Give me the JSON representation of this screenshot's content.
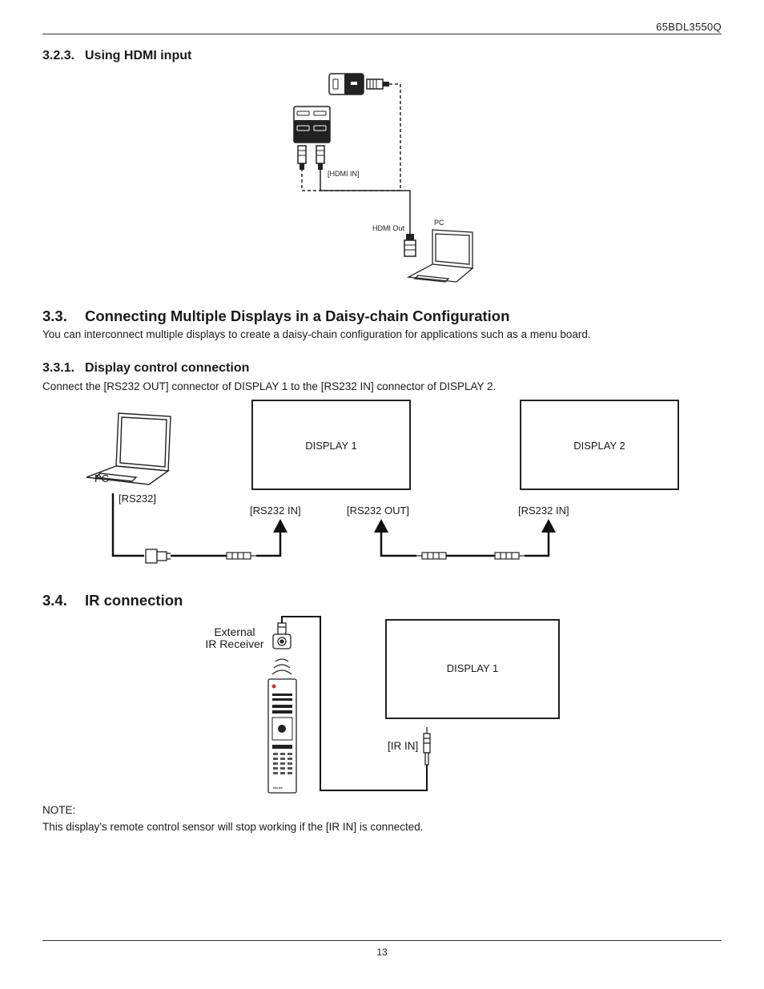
{
  "header": {
    "model": "65BDL3550Q"
  },
  "section_323": {
    "number": "3.2.3.",
    "title": "Using HDMI input"
  },
  "hdmi_diagram": {
    "hdmi_in": "[HDMI IN]",
    "hdmi_out": "HDMI Out",
    "pc": "PC"
  },
  "section_33": {
    "number": "3.3.",
    "title": "Connecting Multiple Displays in a Daisy-chain Configuration",
    "text": "You can interconnect multiple displays to create a daisy-chain configuration for applications such as a menu board."
  },
  "section_331": {
    "number": "3.3.1.",
    "title": "Display control connection",
    "text": "Connect the [RS232 OUT] connector of DISPLAY 1 to the [RS232 IN] connector of DISPLAY 2."
  },
  "rs232_diagram": {
    "pc": "PC",
    "rs232": "[RS232]",
    "display1": "DISPLAY 1",
    "display2": "DISPLAY 2",
    "d1_in": "[RS232 IN]",
    "d1_out": "[RS232 OUT]",
    "d2_in": "[RS232 IN]"
  },
  "section_34": {
    "number": "3.4.",
    "title": "IR connection"
  },
  "ir_diagram": {
    "receiver_line1": "External",
    "receiver_line2": "IR Receiver",
    "display1": "DISPLAY 1",
    "ir_in": "[IR IN]",
    "remote_brand": "PHILIPS"
  },
  "note": {
    "label": "NOTE:",
    "text_before": "This display’s remote control sensor will stop working if the [",
    "text_highlight": "IR IN",
    "text_after": "] is connected."
  },
  "footer": {
    "page": "13"
  }
}
